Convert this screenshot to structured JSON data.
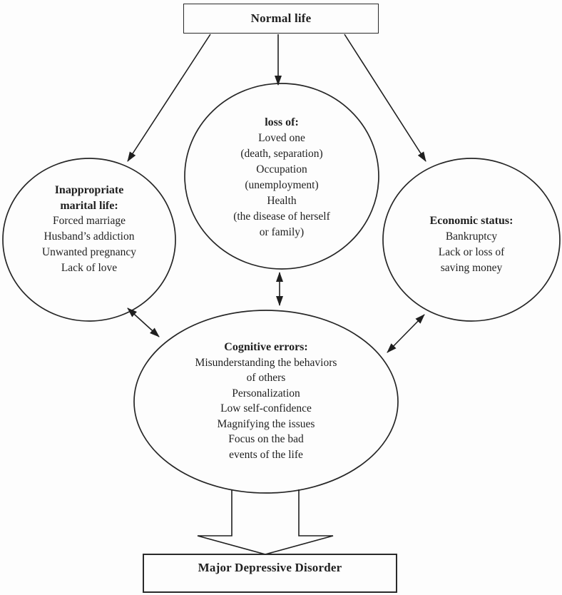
{
  "nodes": {
    "normal_life": {
      "title": "Normal life"
    },
    "loss": {
      "title": "loss of:",
      "lines": [
        "Loved one",
        "(death, separation)",
        "Occupation",
        "(unemployment)",
        "Health",
        "(the disease of herself",
        "or family)"
      ]
    },
    "marital": {
      "title_line1": "Inappropriate",
      "title_line2": "marital life:",
      "lines": [
        "Forced marriage",
        "Husband’s addiction",
        "Unwanted pregnancy",
        "Lack of love"
      ]
    },
    "economic": {
      "title": "Economic status:",
      "lines": [
        "Bankruptcy",
        "Lack or loss of",
        "saving money"
      ]
    },
    "cognitive": {
      "title": "Cognitive errors:",
      "lines": [
        "Misunderstanding the behaviors",
        "of others",
        "Personalization",
        "Low self-confidence",
        "Magnifying the issues",
        "Focus on the bad",
        "events of the life"
      ]
    },
    "mdd": {
      "title": "Major Depressive Disorder"
    }
  },
  "colors": {
    "ink": "#1f1f1f",
    "shape_stroke": "#262626",
    "background": "#fdfdfd"
  }
}
